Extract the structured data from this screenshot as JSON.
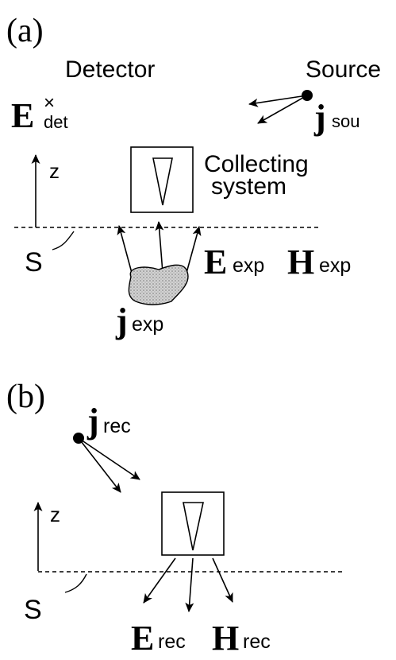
{
  "panel_a": {
    "label": "(a)",
    "detector_label": "Detector",
    "e_det": {
      "symbol": "E",
      "superscript": "×",
      "subscript": "det"
    },
    "source_label": "Source",
    "j_sou": {
      "symbol": "j",
      "subscript": "sou"
    },
    "z_axis": "z",
    "surface_label": "S",
    "collecting_line1": "Collecting",
    "collecting_line2": "system",
    "e_exp": {
      "symbol": "E",
      "subscript": "exp"
    },
    "h_exp": {
      "symbol": "H",
      "subscript": "exp"
    },
    "j_exp": {
      "symbol": "j",
      "subscript": "exp"
    }
  },
  "panel_b": {
    "label": "(b)",
    "j_rec": {
      "symbol": "j",
      "subscript": "rec"
    },
    "z_axis": "z",
    "surface_label": "S",
    "e_rec": {
      "symbol": "E",
      "subscript": "rec"
    },
    "h_rec": {
      "symbol": "H",
      "subscript": "rec"
    }
  },
  "colors": {
    "ink": "#000000",
    "blob_fill": "#c8c8c8",
    "background": "#ffffff"
  }
}
